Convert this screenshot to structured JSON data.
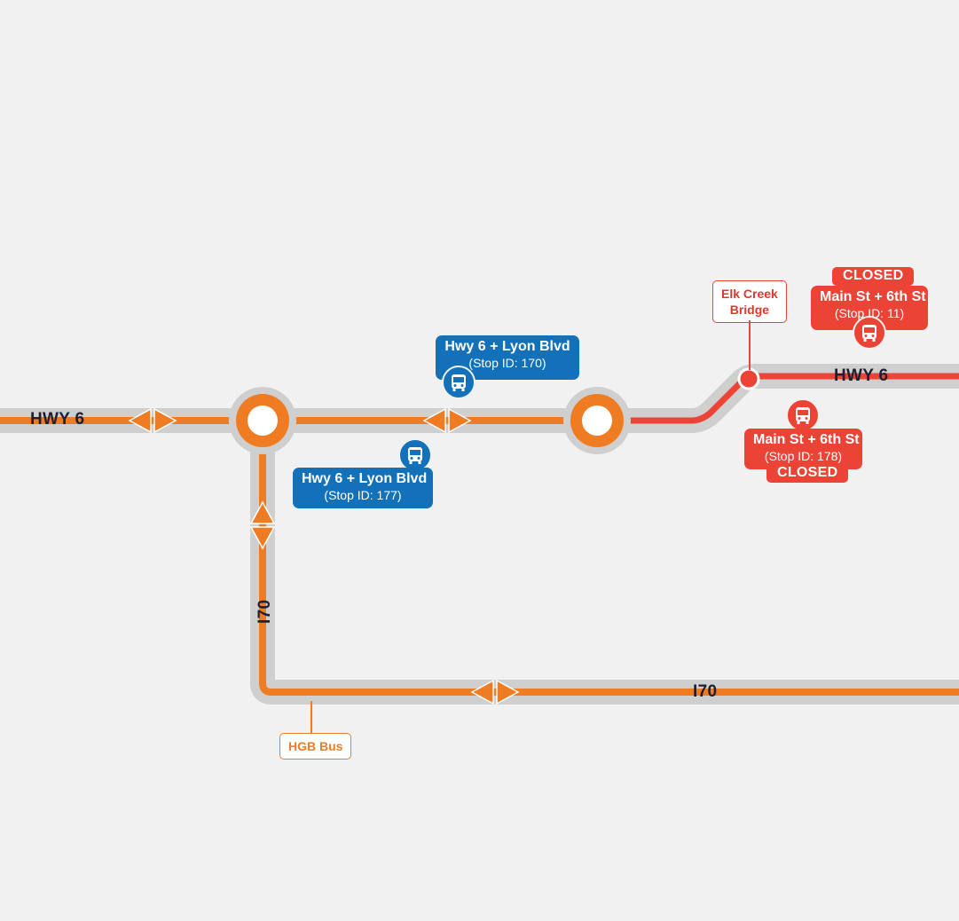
{
  "roads": {
    "hwy6_left": "HWY 6",
    "hwy6_right": "HWY 6",
    "i70_vertical": "I70",
    "i70_horizontal": "I70"
  },
  "callouts": {
    "elk_creek_line1": "Elk Creek",
    "elk_creek_line2": "Bridge",
    "hgb_bus": "HGB Bus"
  },
  "stops": {
    "stop170": {
      "name": "Hwy 6 + Lyon Blvd",
      "id": "(Stop ID: 170)"
    },
    "stop177": {
      "name": "Hwy 6 + Lyon Blvd",
      "id": "(Stop ID: 177)"
    },
    "stop11": {
      "name": "Main St + 6th St",
      "id": "(Stop ID: 11)",
      "status": "CLOSED"
    },
    "stop178": {
      "name": "Main St + 6th St",
      "id": "(Stop ID: 178)",
      "status": "CLOSED"
    }
  },
  "colors": {
    "route_orange": "#ef7b22",
    "route_red": "#eb4437",
    "casing_gray": "#cfcfd0",
    "stop_blue": "#1271b9",
    "background": "#f1f1f1"
  },
  "icons": {
    "bus": "bus-icon",
    "direction_arrow": "double-arrow-icon",
    "roundabout": "roundabout-icon",
    "closure_point": "closure-point-icon"
  }
}
